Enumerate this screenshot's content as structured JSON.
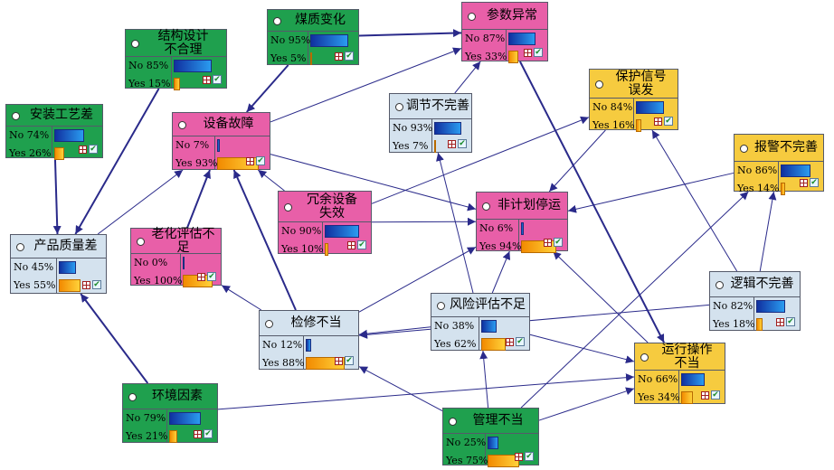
{
  "nodes": [
    {
      "id": "coal",
      "title": "煤质变化",
      "color": "green",
      "no": "No 95%",
      "yes": "Yes 5%",
      "pno": 95,
      "pyes": 5
    },
    {
      "id": "param",
      "title": "参数异常",
      "color": "pink",
      "no": "No 87%",
      "yes": "Yes 33%",
      "pno": 87,
      "pyes": 33
    },
    {
      "id": "struct",
      "title": "结构设计\n不合理",
      "color": "green",
      "no": "No 85%",
      "yes": "Yes 15%",
      "pno": 85,
      "pyes": 15
    },
    {
      "id": "protect",
      "title": "保护信号\n误发",
      "color": "gold",
      "no": "No 84%",
      "yes": "Yes 16%",
      "pno": 84,
      "pyes": 16
    },
    {
      "id": "adjust",
      "title": "调节不完善",
      "color": "lblue",
      "no": "No 93%",
      "yes": "Yes 7%",
      "pno": 93,
      "pyes": 7
    },
    {
      "id": "install",
      "title": "安装工艺差",
      "color": "green",
      "no": "No 74%",
      "yes": "Yes 26%",
      "pno": 74,
      "pyes": 26
    },
    {
      "id": "fault",
      "title": "设备故障",
      "color": "pink",
      "no": "No 7%",
      "yes": "Yes 93%",
      "pno": 7,
      "pyes": 93
    },
    {
      "id": "alarm",
      "title": "报警不完善",
      "color": "gold",
      "no": "No 86%",
      "yes": "Yes 14%",
      "pno": 86,
      "pyes": 14
    },
    {
      "id": "redund",
      "title": "冗余设备\n失效",
      "color": "pink",
      "no": "No 90%",
      "yes": "Yes 10%",
      "pno": 90,
      "pyes": 10
    },
    {
      "id": "unplan",
      "title": "非计划停运",
      "color": "pink",
      "no": "No 6%",
      "yes": "Yes 94%",
      "pno": 6,
      "pyes": 94
    },
    {
      "id": "quality",
      "title": "产品质量差",
      "color": "lblue",
      "no": "No 45%",
      "yes": "Yes 55%",
      "pno": 45,
      "pyes": 55
    },
    {
      "id": "aging",
      "title": "老化评估不足",
      "color": "pink",
      "no": "No 0%",
      "yes": "Yes 100%",
      "pno": 0,
      "pyes": 100
    },
    {
      "id": "logic",
      "title": "逻辑不完善",
      "color": "lblue",
      "no": "No 82%",
      "yes": "Yes 18%",
      "pno": 82,
      "pyes": 18
    },
    {
      "id": "risk",
      "title": "风险评估不足",
      "color": "lblue",
      "no": "No 38%",
      "yes": "Yes 62%",
      "pno": 38,
      "pyes": 62
    },
    {
      "id": "maint",
      "title": "检修不当",
      "color": "lblue",
      "no": "No 12%",
      "yes": "Yes 88%",
      "pno": 12,
      "pyes": 88
    },
    {
      "id": "operate",
      "title": "运行操作\n不当",
      "color": "gold",
      "no": "No 66%",
      "yes": "Yes 34%",
      "pno": 66,
      "pyes": 34
    },
    {
      "id": "env",
      "title": "环境因素",
      "color": "green",
      "no": "No 79%",
      "yes": "Yes 21%",
      "pno": 79,
      "pyes": 21
    },
    {
      "id": "manage",
      "title": "管理不当",
      "color": "green",
      "no": "No 25%",
      "yes": "Yes 75%",
      "pno": 25,
      "pyes": 75
    }
  ],
  "edges": [
    [
      "coal",
      "param"
    ],
    [
      "coal",
      "fault"
    ],
    [
      "struct",
      "quality"
    ],
    [
      "install",
      "quality"
    ],
    [
      "quality",
      "fault"
    ],
    [
      "fault",
      "unplan"
    ],
    [
      "fault",
      "param"
    ],
    [
      "adjust",
      "param"
    ],
    [
      "param",
      "operate"
    ],
    [
      "redund",
      "fault"
    ],
    [
      "redund",
      "unplan"
    ],
    [
      "redund",
      "protect"
    ],
    [
      "protect",
      "unplan"
    ],
    [
      "alarm",
      "unplan"
    ],
    [
      "aging",
      "fault"
    ],
    [
      "maint",
      "fault"
    ],
    [
      "maint",
      "aging"
    ],
    [
      "maint",
      "unplan"
    ],
    [
      "risk",
      "unplan"
    ],
    [
      "risk",
      "adjust"
    ],
    [
      "risk",
      "maint"
    ],
    [
      "risk",
      "operate"
    ],
    [
      "logic",
      "protect"
    ],
    [
      "logic",
      "alarm"
    ],
    [
      "logic",
      "maint"
    ],
    [
      "operate",
      "unplan"
    ],
    [
      "env",
      "quality"
    ],
    [
      "env",
      "operate"
    ],
    [
      "manage",
      "maint"
    ],
    [
      "manage",
      "operate"
    ],
    [
      "manage",
      "risk"
    ],
    [
      "manage",
      "alarm"
    ]
  ]
}
